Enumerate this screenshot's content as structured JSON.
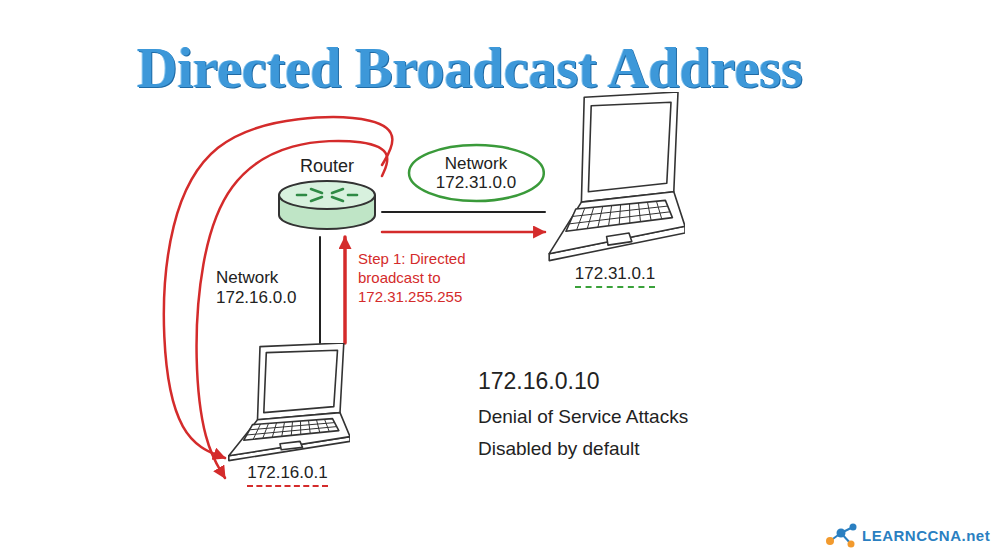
{
  "diagram": {
    "title": "Directed Broadcast Address",
    "nodes": [
      {
        "text": [
          "Router"
        ]
      },
      {
        "text": [
          "Network 172.31.0.0"
        ]
      },
      {
        "text": [
          "172.31.0.1"
        ]
      },
      {
        "text": [
          "172.16.0.1"
        ]
      }
    ],
    "edges": [
      {
        "from": 0,
        "to": 2,
        "arrow": "none"
      },
      {
        "from": 0,
        "to": 3,
        "arrow": "none"
      },
      {
        "from": 3,
        "to": 0,
        "arrow": "to",
        "label": "Step 1: Directed broadcast to 172.31.255.255"
      },
      {
        "from": 0,
        "to": 2,
        "arrow": "to"
      },
      {
        "from": 0,
        "to": 3,
        "arrow": "to"
      },
      {
        "from": 0,
        "to": 3,
        "arrow": "to"
      }
    ],
    "labels": [
      "Network 172.16.0.0",
      "172.16.0.10",
      "Denial of Service Attacks",
      "Disabled by default",
      "LEARNCCNA.net"
    ]
  }
}
